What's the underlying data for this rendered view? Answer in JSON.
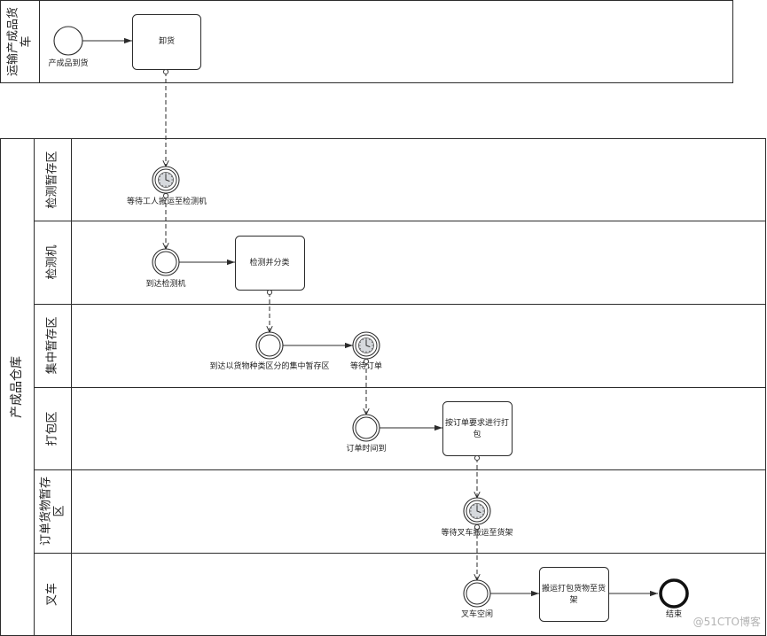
{
  "truck_pool": {
    "label_lines": [
      "运输产成品货",
      "车"
    ],
    "start_event_label": "产成品到货",
    "unload_task_label": "卸货"
  },
  "warehouse_pool": {
    "label": "产成品仓库",
    "lanes": [
      {
        "label_lines": [
          "检测暂存区"
        ],
        "timer_event_label": "等待工人搬运至检测机"
      },
      {
        "label_lines": [
          "检测机"
        ],
        "event_label": "到达检测机",
        "task_label_lines": [
          "检测并分类"
        ]
      },
      {
        "label_lines": [
          "集中暂存区"
        ],
        "event_label": "到达以货物种类区分的集中暂存区",
        "timer_event_label": "等待订单"
      },
      {
        "label_lines": [
          "打包区"
        ],
        "event_label": "订单时间到",
        "task_label_lines": [
          "按订单要求进行打",
          "包"
        ]
      },
      {
        "label_lines": [
          "订单货物暂存",
          "区"
        ],
        "timer_event_label": "等待叉车搬运至货架"
      },
      {
        "label_lines": [
          "叉车"
        ],
        "event_label": "叉车空闲",
        "task_label_lines": [
          "搬运打包货物至货",
          "架"
        ],
        "end_event_label": "结束"
      }
    ]
  },
  "watermark": "@51CTO博客",
  "colors": {
    "stroke": "#2b2b2b",
    "clock_face": "#d6d9dd",
    "watermark": "#b3b3b3"
  }
}
